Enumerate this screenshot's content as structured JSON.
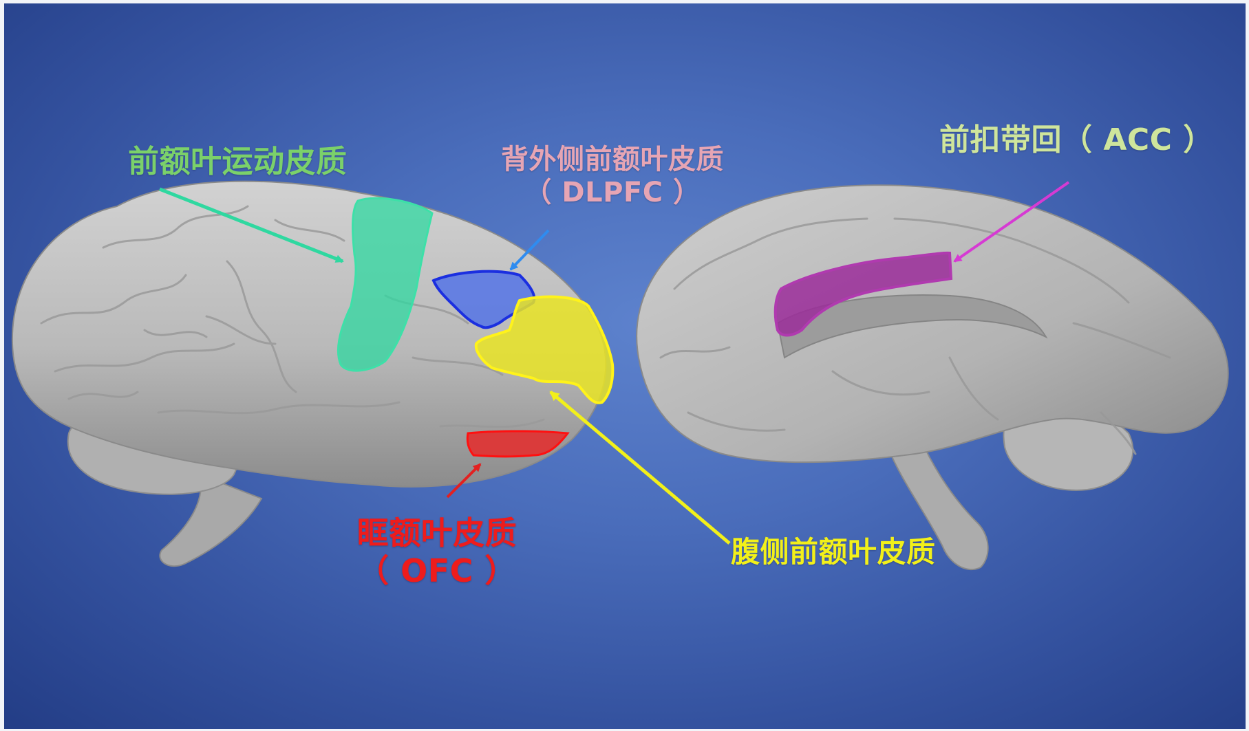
{
  "labels": {
    "premotor": {
      "text": "前额叶运动皮质",
      "color": "#7bd16a"
    },
    "dlpfc": {
      "line1": "背外侧前额叶皮质",
      "line2": "（ DLPFC ）",
      "color": "#e6a5b4"
    },
    "acc": {
      "text": "前扣带回（ ACC ）",
      "color": "#cfe59c"
    },
    "ofc": {
      "line1": "眶额叶皮质",
      "line2": "（ OFC ）",
      "color": "#ee1c1c"
    },
    "vlpfc": {
      "text": "腹侧前额叶皮质",
      "color": "#f2f01a"
    }
  },
  "regions": {
    "premotor": {
      "fill": "#2fd8a0",
      "stroke": "#3de0a8"
    },
    "dlpfc": {
      "fill": "#4e6fe8",
      "stroke": "#1b2fe0"
    },
    "vlpfc": {
      "fill": "#e9e424",
      "stroke": "#fff31a"
    },
    "ofc": {
      "fill": "#e52a2a",
      "stroke": "#ff1010"
    },
    "acc": {
      "fill": "#9b2d9a",
      "stroke": "#b03aaf"
    }
  },
  "background": {
    "center": "#5d82cd",
    "edge": "#233d86"
  }
}
